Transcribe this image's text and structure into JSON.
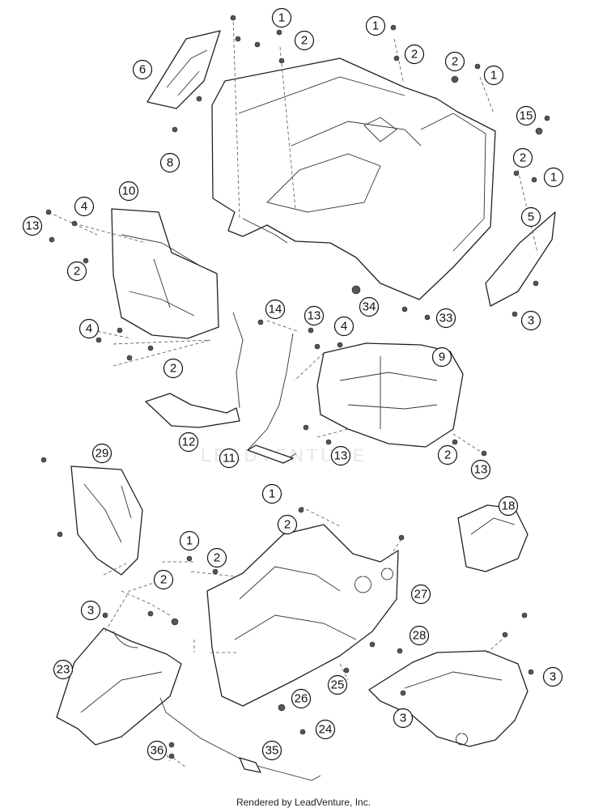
{
  "diagram": {
    "callouts": [
      {
        "id": "c01",
        "label": "1"
      },
      {
        "id": "c02",
        "label": "2"
      },
      {
        "id": "c03",
        "label": "1"
      },
      {
        "id": "c04",
        "label": "2"
      },
      {
        "id": "c05",
        "label": "6"
      },
      {
        "id": "c06",
        "label": "2"
      },
      {
        "id": "c07",
        "label": "1"
      },
      {
        "id": "c08",
        "label": "15"
      },
      {
        "id": "c09",
        "label": "8"
      },
      {
        "id": "c10",
        "label": "2"
      },
      {
        "id": "c11",
        "label": "1"
      },
      {
        "id": "c12",
        "label": "10"
      },
      {
        "id": "c13",
        "label": "4"
      },
      {
        "id": "c14",
        "label": "13"
      },
      {
        "id": "c15",
        "label": "5"
      },
      {
        "id": "c16",
        "label": "2"
      },
      {
        "id": "c17",
        "label": "34"
      },
      {
        "id": "c18",
        "label": "33"
      },
      {
        "id": "c19",
        "label": "3"
      },
      {
        "id": "c20",
        "label": "14"
      },
      {
        "id": "c21",
        "label": "13"
      },
      {
        "id": "c22",
        "label": "4"
      },
      {
        "id": "c23",
        "label": "4"
      },
      {
        "id": "c24",
        "label": "9"
      },
      {
        "id": "c25",
        "label": "2"
      },
      {
        "id": "c26",
        "label": "12"
      },
      {
        "id": "c27",
        "label": "11"
      },
      {
        "id": "c28",
        "label": "13"
      },
      {
        "id": "c29",
        "label": "2"
      },
      {
        "id": "c30",
        "label": "13"
      },
      {
        "id": "c31",
        "label": "29"
      },
      {
        "id": "c32",
        "label": "1"
      },
      {
        "id": "c33",
        "label": "2"
      },
      {
        "id": "c34",
        "label": "18"
      },
      {
        "id": "c35",
        "label": "1"
      },
      {
        "id": "c36",
        "label": "2"
      },
      {
        "id": "c37",
        "label": "2"
      },
      {
        "id": "c38",
        "label": "27"
      },
      {
        "id": "c39",
        "label": "3"
      },
      {
        "id": "c40",
        "label": "28"
      },
      {
        "id": "c41",
        "label": "23"
      },
      {
        "id": "c42",
        "label": "25"
      },
      {
        "id": "c43",
        "label": "3"
      },
      {
        "id": "c44",
        "label": "26"
      },
      {
        "id": "c45",
        "label": "3"
      },
      {
        "id": "c46",
        "label": "24"
      },
      {
        "id": "c47",
        "label": "36"
      },
      {
        "id": "c48",
        "label": "35"
      }
    ]
  },
  "watermark": "LEADVENTURE",
  "footer": {
    "credit": "Rendered by LeadVenture, Inc."
  }
}
